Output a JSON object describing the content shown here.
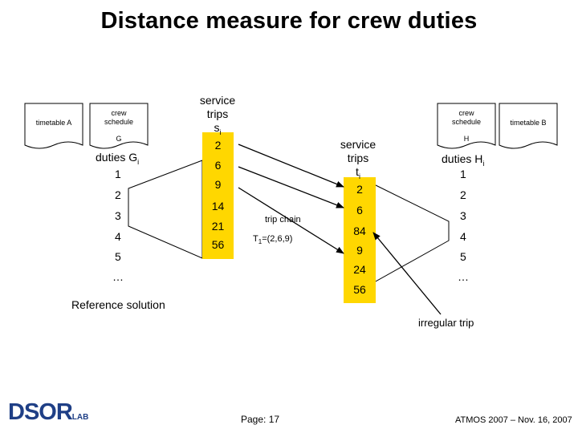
{
  "title": "Distance measure for crew duties",
  "left": {
    "timetable_label": "timetable A",
    "crew_schedule_label": "crew\nschedule",
    "schedule_id": "G",
    "duties_label": "duties G",
    "duties_sub": "i",
    "duty_numbers": [
      "1",
      "2",
      "3",
      "4",
      "5",
      "…"
    ],
    "service_trips_label": "service\ntrips\ns",
    "service_trips_sub": "i",
    "trips": [
      "2",
      "6",
      "9",
      "14",
      "21",
      "56"
    ]
  },
  "right": {
    "timetable_label": "timetable B",
    "crew_schedule_label": "crew\nschedule",
    "schedule_id": "H",
    "duties_label": "duties H",
    "duties_sub": "i",
    "duty_numbers": [
      "1",
      "2",
      "3",
      "4",
      "5",
      "…"
    ],
    "service_trips_label": "service\ntrips\nt",
    "service_trips_sub": "i",
    "trips": [
      "2",
      "6",
      "84",
      "9",
      "24",
      "56"
    ]
  },
  "trip_chain": {
    "label": "trip chain",
    "formula_prefix": "T",
    "formula_sub": "1",
    "formula_rest": "=(2,6,9)"
  },
  "reference_solution": "Reference solution",
  "irregular_trip": "irregular trip",
  "footer": {
    "logo_text": "DSOR",
    "logo_suffix": "LAB",
    "page": "Page: 17",
    "event": "ATMOS 2007 – Nov. 16, 2007"
  },
  "colors": {
    "box_fill": "#ffd700",
    "line": "#000000",
    "logo": "#1f3f86"
  }
}
